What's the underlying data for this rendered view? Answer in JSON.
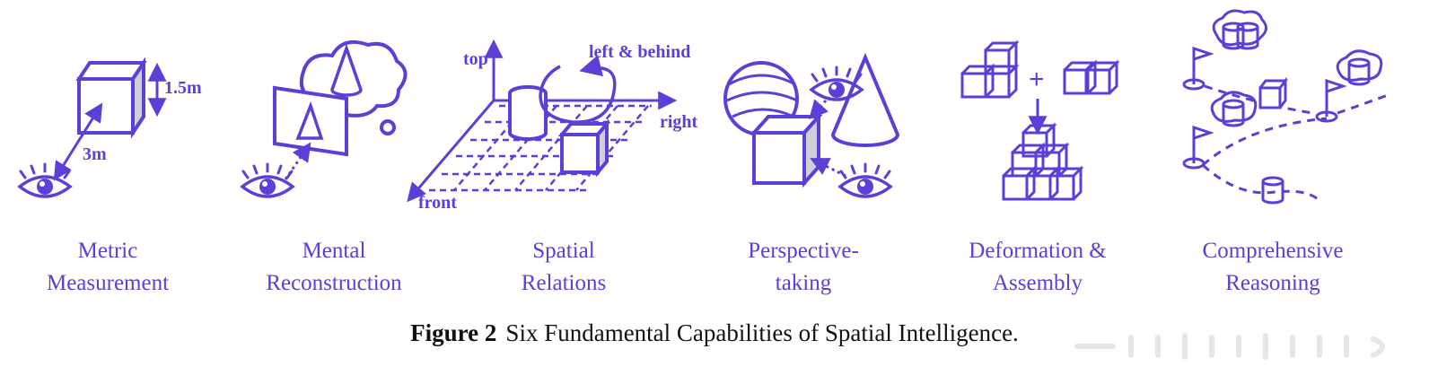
{
  "colors": {
    "accent": "#5b3fd6",
    "shade": "#cfcfd6",
    "text": "#111111"
  },
  "annotations": {
    "height": "1.5m",
    "distance": "3m",
    "top": "top",
    "left_behind": "left & behind",
    "right": "right",
    "front": "front",
    "plus": "+"
  },
  "panels": [
    {
      "line1": "Metric",
      "line2": "Measurement"
    },
    {
      "line1": "Mental",
      "line2": "Reconstruction"
    },
    {
      "line1": "Spatial",
      "line2": "Relations"
    },
    {
      "line1": "Perspective-",
      "line2": "taking"
    },
    {
      "line1": "Deformation &",
      "line2": "Assembly"
    },
    {
      "line1": "Comprehensive",
      "line2": "Reasoning"
    }
  ],
  "caption": {
    "label": "Figure 2",
    "text": "Six Fundamental Capabilities of Spatial Intelligence."
  }
}
